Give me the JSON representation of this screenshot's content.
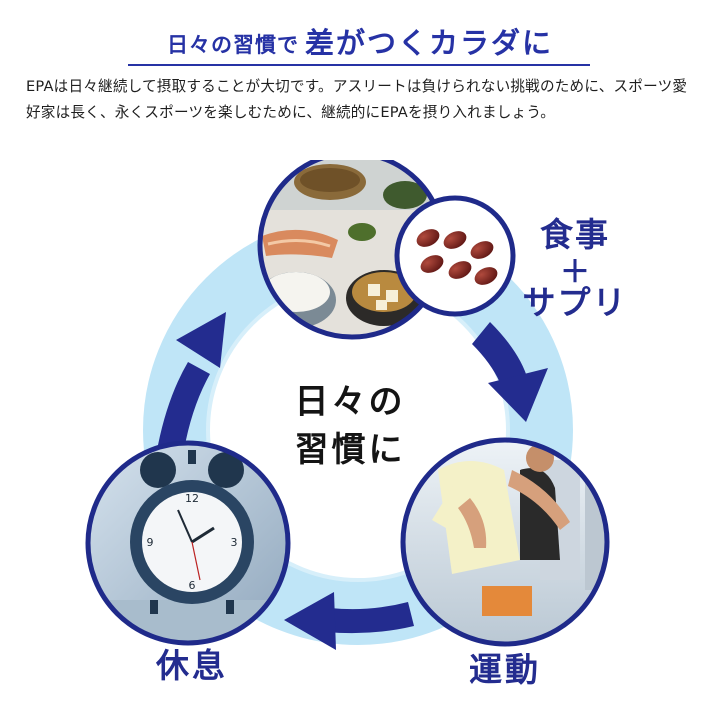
{
  "heading": {
    "part1": "日々の習慣で",
    "part2": "差がつくカラダに"
  },
  "intro": "EPAは日々継続して摂取することが大切です。アスリートは負けられない挑戦のために、スポーツ愛好家は長く、永くスポーツを楽しむために、継続的にEPAを摂り入れましょう。",
  "cycle": {
    "center_line1": "日々の",
    "center_line2": "習慣に",
    "step_meal": {
      "line1": "食事",
      "plus": "＋",
      "line2": "サプリ"
    },
    "step_exercise": "運動",
    "step_rest": "休息"
  },
  "colors": {
    "accent": "#2632a5",
    "ring_outer": "#bfe5f7",
    "ring_inner": "#d7effa",
    "arrow": "#232c8f",
    "border": "#1f2a8a"
  },
  "icons": {
    "meal": "meal-photo-icon",
    "supplement": "capsule-icon",
    "exercise": "runner-photo-icon",
    "rest": "alarm-clock-icon"
  }
}
